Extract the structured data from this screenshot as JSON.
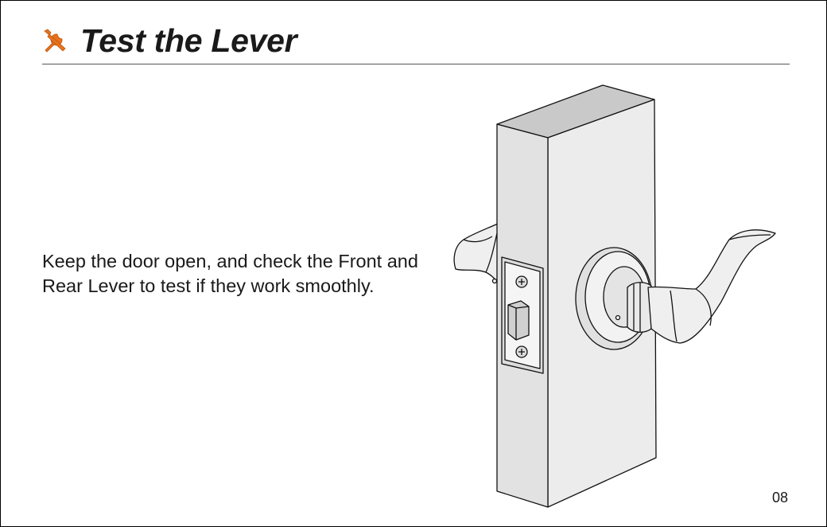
{
  "header": {
    "title": "Test the Lever",
    "icon": "tools-icon",
    "accent_color": "#e8731c"
  },
  "body": {
    "instruction": "Keep the door open, and check the Front and Rear Lever to test if they work smoothly."
  },
  "illustration": {
    "icon": "door-lever-illustration"
  },
  "footer": {
    "page_number": "08"
  }
}
